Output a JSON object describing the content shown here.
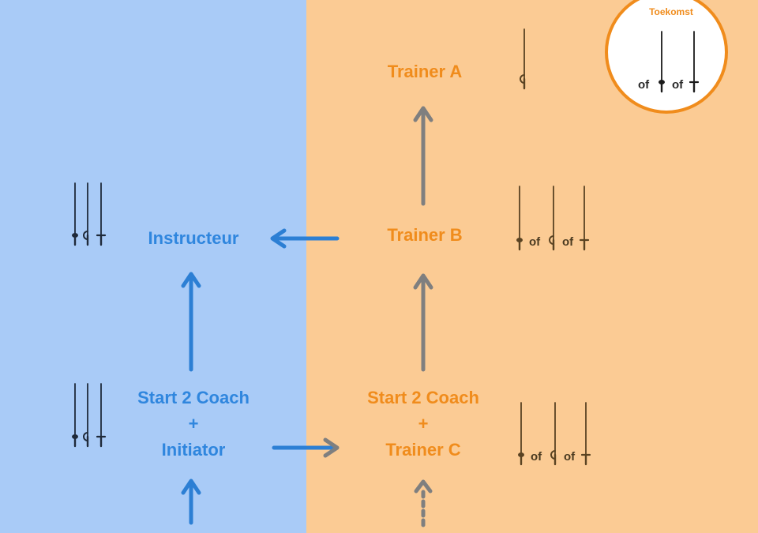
{
  "colors": {
    "left_bg": "#A9CBF7",
    "right_bg": "#FBCB94",
    "blue_text": "#2F86DE",
    "orange_text": "#F08C1C",
    "gray_arrow": "#7F7F7F",
    "blue_arrow": "#2C7FD4",
    "circle_border": "#F08C1C",
    "circle_fill": "#FFFFFF"
  },
  "left": {
    "instructeur": "Instructeur",
    "coach_line1": "Start 2 Coach",
    "coach_plus": "+",
    "coach_line2": "Initiator"
  },
  "right": {
    "trainer_a": "Trainer A",
    "trainer_b": "Trainer B",
    "coach_line1": "Start 2 Coach",
    "coach_plus": "+",
    "trainer_c": "Trainer C"
  },
  "future": {
    "title": "Toekomst",
    "of1": "of",
    "of2": "of"
  },
  "weapons": {
    "of": "of"
  },
  "icons": [
    "foil-icon",
    "epee-icon",
    "sabre-icon"
  ]
}
